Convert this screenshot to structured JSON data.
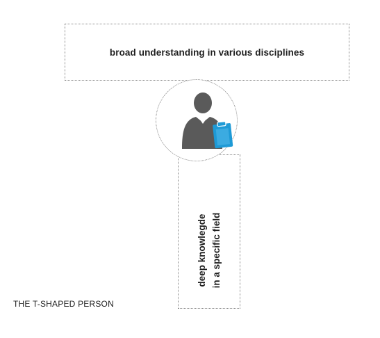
{
  "diagram": {
    "broad_label": "broad understanding in various disciplines",
    "deep_label_line1": "deep knowlegde",
    "deep_label_line2": "in a specific field",
    "caption": "THE T-SHAPED PERSON"
  },
  "icon": {
    "name": "person-clipboard-icon",
    "person_color": "#5a5a5a",
    "clipboard_color": "#1e9ad6"
  }
}
